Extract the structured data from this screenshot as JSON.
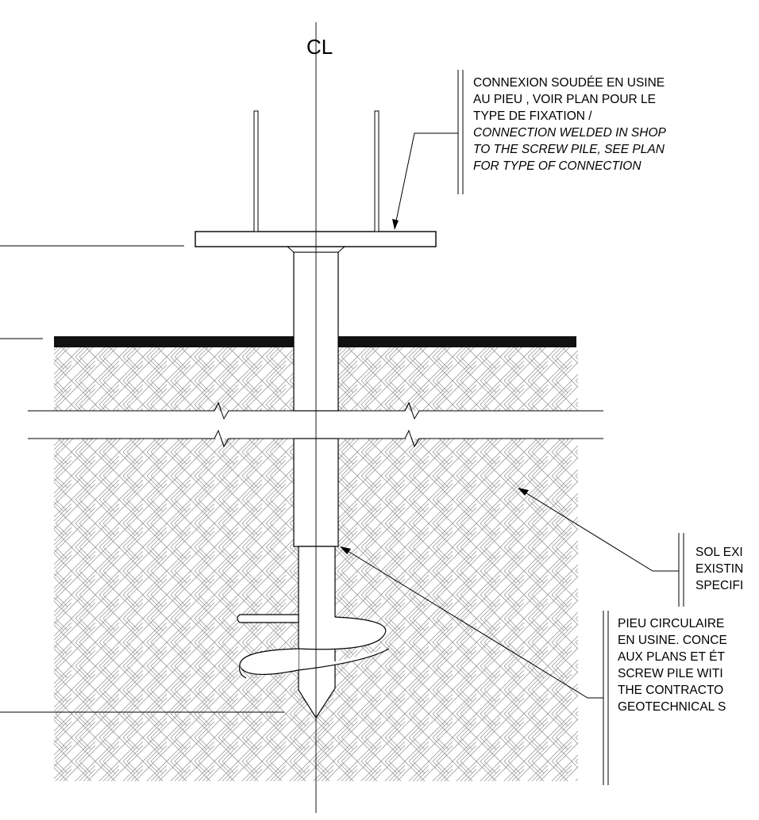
{
  "centerline_symbol": "CL",
  "note_top": {
    "lines": [
      "CONNEXION SOUDÉE EN USINE",
      "AU PIEU , VOIR PLAN POUR LE",
      "TYPE DE FIXATION /",
      "CONNECTION WELDED IN SHOP",
      "TO THE SCREW PILE, SEE PLAN",
      "FOR TYPE OF CONNECTION"
    ]
  },
  "note_soil": {
    "lines": [
      "SOL EXI",
      "EXISTIN",
      "SPECIFI"
    ]
  },
  "note_pile": {
    "lines": [
      "PIEU CIRCULAIRE",
      "EN USINE. CONCE",
      "AUX PLANS ET ÉT",
      "SCREW PILE WITI",
      "THE CONTRACTO",
      "GEOTECHNICAL S"
    ]
  }
}
